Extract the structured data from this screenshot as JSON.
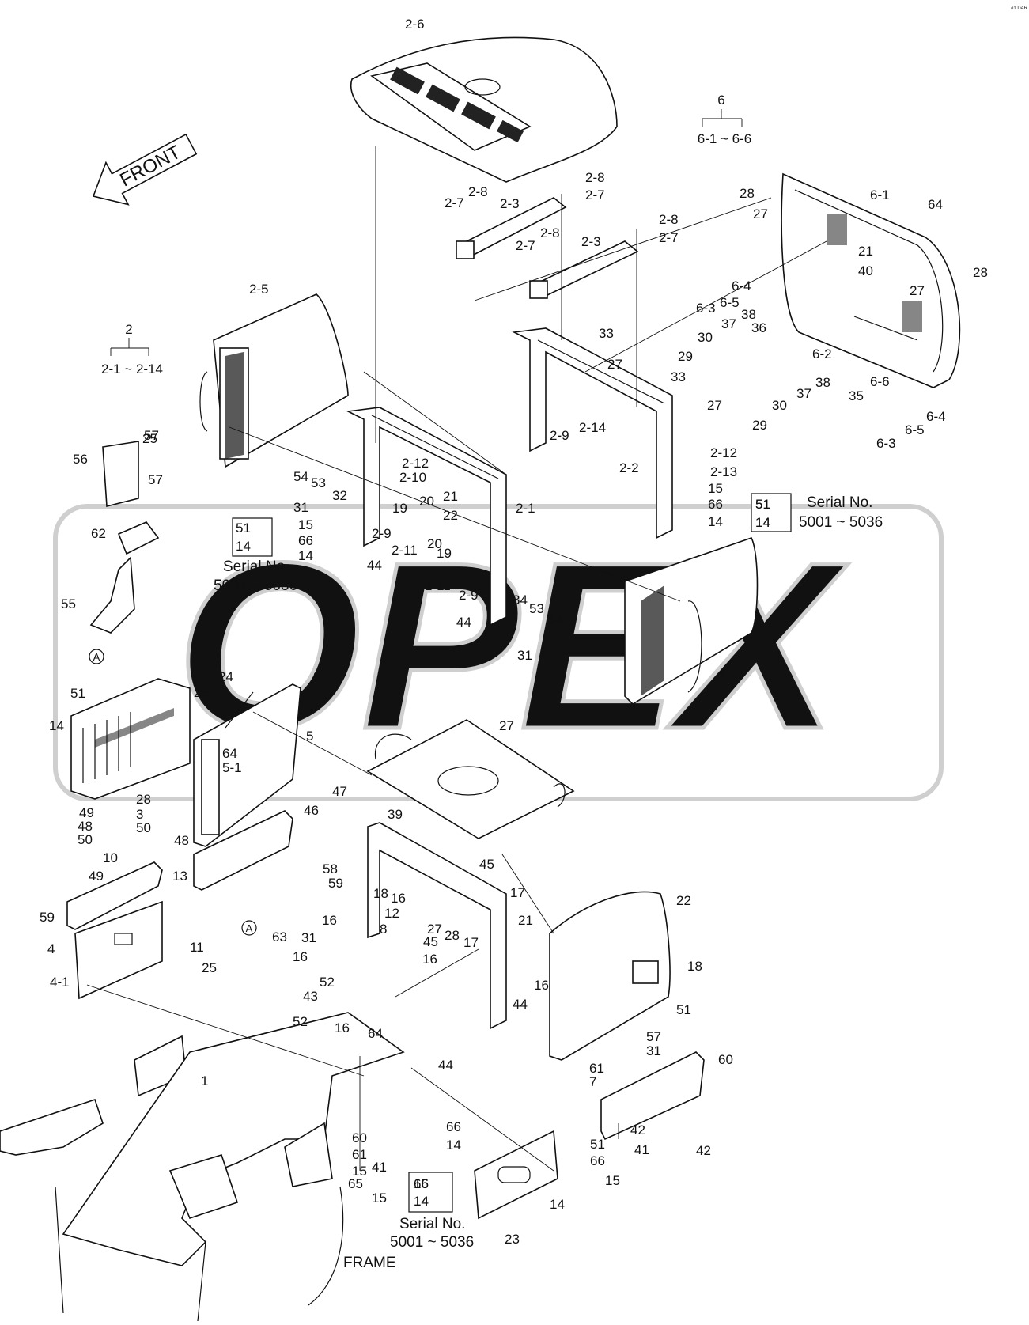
{
  "front_arrow": "FRONT",
  "frame_label": "FRAME",
  "group_2": {
    "top": "2",
    "range": "2-1 ~ 2-14"
  },
  "group_6": {
    "top": "6",
    "range": "6-1 ~ 6-6"
  },
  "serial": {
    "line1": "Serial No.",
    "line2": "5001 ~ 5036"
  },
  "inset_parts": {
    "a": "51",
    "b": "14",
    "c": "15"
  },
  "watermark": "OPEX",
  "callout_circle": "A",
  "corner_mark": "#1 DAR",
  "labels": {
    "l1": "2-6",
    "l2": "2-8",
    "l3": "2-7",
    "l4": "2-7",
    "l5": "2-8",
    "l6": "2-3",
    "l7": "2-8",
    "l8": "2-7",
    "l9": "2-7",
    "l10": "2-8",
    "l11": "2-3",
    "l12": "28",
    "l13": "6-1",
    "l14": "64",
    "l15": "27",
    "l16": "21",
    "l17": "40",
    "l18": "28",
    "l19": "27",
    "l20": "6-4",
    "l21": "6-3",
    "l22": "6-5",
    "l23": "37",
    "l24": "38",
    "l25": "36",
    "l26": "30",
    "l27": "29",
    "l28": "33",
    "l29": "27",
    "l30": "33",
    "l31": "27",
    "l32": "6-2",
    "l33": "6-6",
    "l34": "37",
    "l35": "38",
    "l36": "35",
    "l37": "30",
    "l38": "29",
    "l39": "6-4",
    "l40": "6-5",
    "l41": "6-3",
    "l42": "2-5",
    "l43": "2-14",
    "l44": "2-9",
    "l45": "2-12",
    "l46": "2-10",
    "l47": "20",
    "l48": "19",
    "l49": "2-12",
    "l50": "2-13",
    "l51": "2-2",
    "l52": "15",
    "l53": "66",
    "l54": "14",
    "l55": "51",
    "l56": "14",
    "l57": "56",
    "l58": "57",
    "l59": "57",
    "l60": "62",
    "l61": "54",
    "l62": "53",
    "l63": "32",
    "l64": "31",
    "l65": "15",
    "l66": "66",
    "l67": "14",
    "l68": "2-9",
    "l69": "2-11",
    "l70": "44",
    "l71": "21",
    "l72": "22",
    "l73": "2-1",
    "l74": "20",
    "l75": "19",
    "l76": "2-11",
    "l77": "2-9",
    "l78": "44",
    "l79": "34",
    "l80": "53",
    "l81": "54",
    "l82": "31",
    "l83": "2-4",
    "l84": "55",
    "l85": "51",
    "l86": "14",
    "l87": "24",
    "l88": "9",
    "l89": "26",
    "l90": "5",
    "l91": "64",
    "l92": "5-1",
    "l93": "27",
    "l94": "28",
    "l95": "3",
    "l96": "50",
    "l97": "49",
    "l98": "48",
    "l99": "50",
    "l100": "49",
    "l101": "48",
    "l102": "47",
    "l103": "46",
    "l104": "39",
    "l105": "58",
    "l106": "59",
    "l107": "18",
    "l108": "16",
    "l109": "45",
    "l110": "17",
    "l111": "59",
    "l112": "13",
    "l113": "12",
    "l114": "8",
    "l115": "27",
    "l116": "28",
    "l117": "17",
    "l118": "45",
    "l119": "16",
    "l120": "21",
    "l121": "22",
    "l122": "18",
    "l123": "4",
    "l124": "4-1",
    "l125": "11",
    "l126": "25",
    "l127": "63",
    "l128": "31",
    "l129": "16",
    "l130": "16",
    "l131": "52",
    "l132": "43",
    "l133": "52",
    "l134": "16",
    "l135": "44",
    "l136": "51",
    "l137": "16",
    "l138": "64",
    "l139": "1",
    "l140": "44",
    "l141": "57",
    "l142": "31",
    "l143": "60",
    "l144": "61",
    "l145": "7",
    "l146": "60",
    "l147": "61",
    "l148": "15",
    "l149": "66",
    "l150": "14",
    "l151": "51",
    "l152": "66",
    "l153": "42",
    "l154": "41",
    "l155": "42",
    "l156": "41",
    "l157": "65",
    "l158": "15",
    "l159": "66",
    "l160": "14",
    "l161": "15",
    "l162": "14",
    "l163": "23",
    "l164": "25",
    "l165": "10"
  }
}
